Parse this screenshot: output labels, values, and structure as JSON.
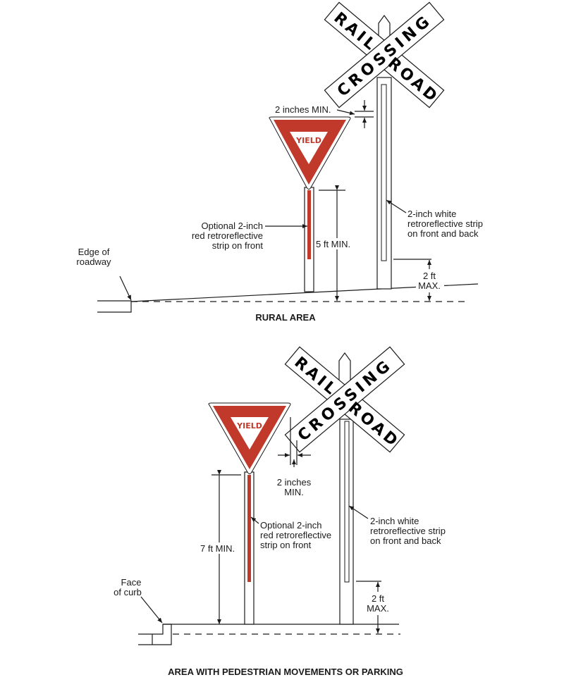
{
  "colors": {
    "sign_red": "#c0392b",
    "line": "#1a1a1a"
  },
  "crossbuck": {
    "word1_a": "RAIL",
    "word1_b": "ROAD",
    "word2": "CROSSING"
  },
  "yield_text": "YIELD",
  "rural": {
    "title": "RURAL AREA",
    "clearance": "2 inches MIN.",
    "height": "5 ft MIN.",
    "red_strip": [
      "Optional 2-inch",
      "red retroreflective",
      "strip on front"
    ],
    "white_strip": [
      "2-inch white",
      "retroreflective strip",
      "on front and back"
    ],
    "max_gap": [
      "2 ft",
      "MAX."
    ],
    "edge": [
      "Edge of",
      "roadway"
    ]
  },
  "urban": {
    "title": "AREA WITH PEDESTRIAN MOVEMENTS OR PARKING",
    "clearance": [
      "2 inches",
      "MIN."
    ],
    "height": "7 ft MIN.",
    "red_strip": [
      "Optional 2-inch",
      "red retroreflective",
      "strip on front"
    ],
    "white_strip": [
      "2-inch white",
      "retroreflective strip",
      "on front and back"
    ],
    "max_gap": [
      "2 ft",
      "MAX."
    ],
    "curb": [
      "Face",
      "of curb"
    ]
  }
}
